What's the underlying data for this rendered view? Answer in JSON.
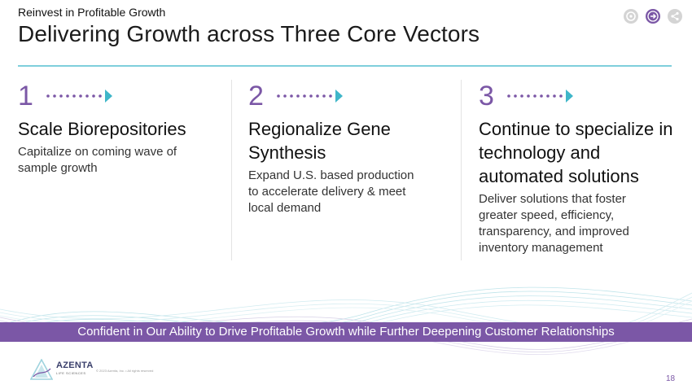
{
  "header": {
    "kicker": "Reinvest in Profitable Growth",
    "title": "Delivering Growth across Three Core Vectors"
  },
  "nav": {
    "items": [
      {
        "icon": "menu-circle-icon"
      },
      {
        "icon": "next-arrow-icon"
      },
      {
        "icon": "share-icon"
      }
    ]
  },
  "columns": [
    {
      "number": "1",
      "heading": "Scale Biorepositories",
      "body": "Capitalize on coming wave of sample growth"
    },
    {
      "number": "2",
      "heading": "Regionalize Gene Synthesis",
      "body": "Expand U.S. based production to accelerate delivery & meet local demand"
    },
    {
      "number": "3",
      "heading": "Continue to specialize in technology and automated solutions",
      "body": "Deliver solutions that foster greater speed, efficiency, transparency, and improved inventory management"
    }
  ],
  "banner": {
    "text": "Confident in Our Ability to Drive Profitable Growth while Further Deepening Customer Relationships"
  },
  "footer": {
    "logo_name": "AZENTA",
    "logo_sub": "LIFE SCIENCES",
    "copyright": "© 2023 Azenta, Inc. • All rights reserved",
    "page_number": "18"
  },
  "colors": {
    "accent_purple": "#7b57a6",
    "accent_teal": "#7fcfdc",
    "arrow_teal": "#3fb6c9"
  }
}
